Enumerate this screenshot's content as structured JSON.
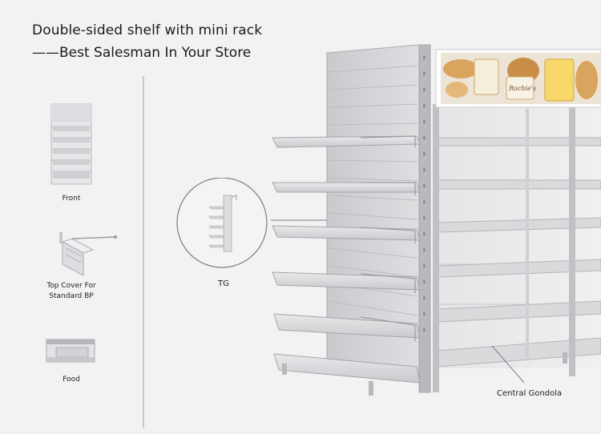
{
  "header": {
    "title": "Double-sided shelf with mini rack",
    "subtitle": "——Best Salesman In Your Store"
  },
  "views": [
    {
      "label": "Front"
    },
    {
      "label": "Top Cover For\nStandard BP"
    },
    {
      "label": "Food"
    }
  ],
  "callouts": {
    "tg_label": "TG",
    "gondola_label": "Central Gondola"
  },
  "banner": {
    "brand_text": "Rochie's"
  },
  "colors": {
    "background": "#f2f2f2",
    "metal": "#d6d7d9",
    "metal_dark": "#a9abae",
    "banner_bg": "#ece4d6"
  }
}
